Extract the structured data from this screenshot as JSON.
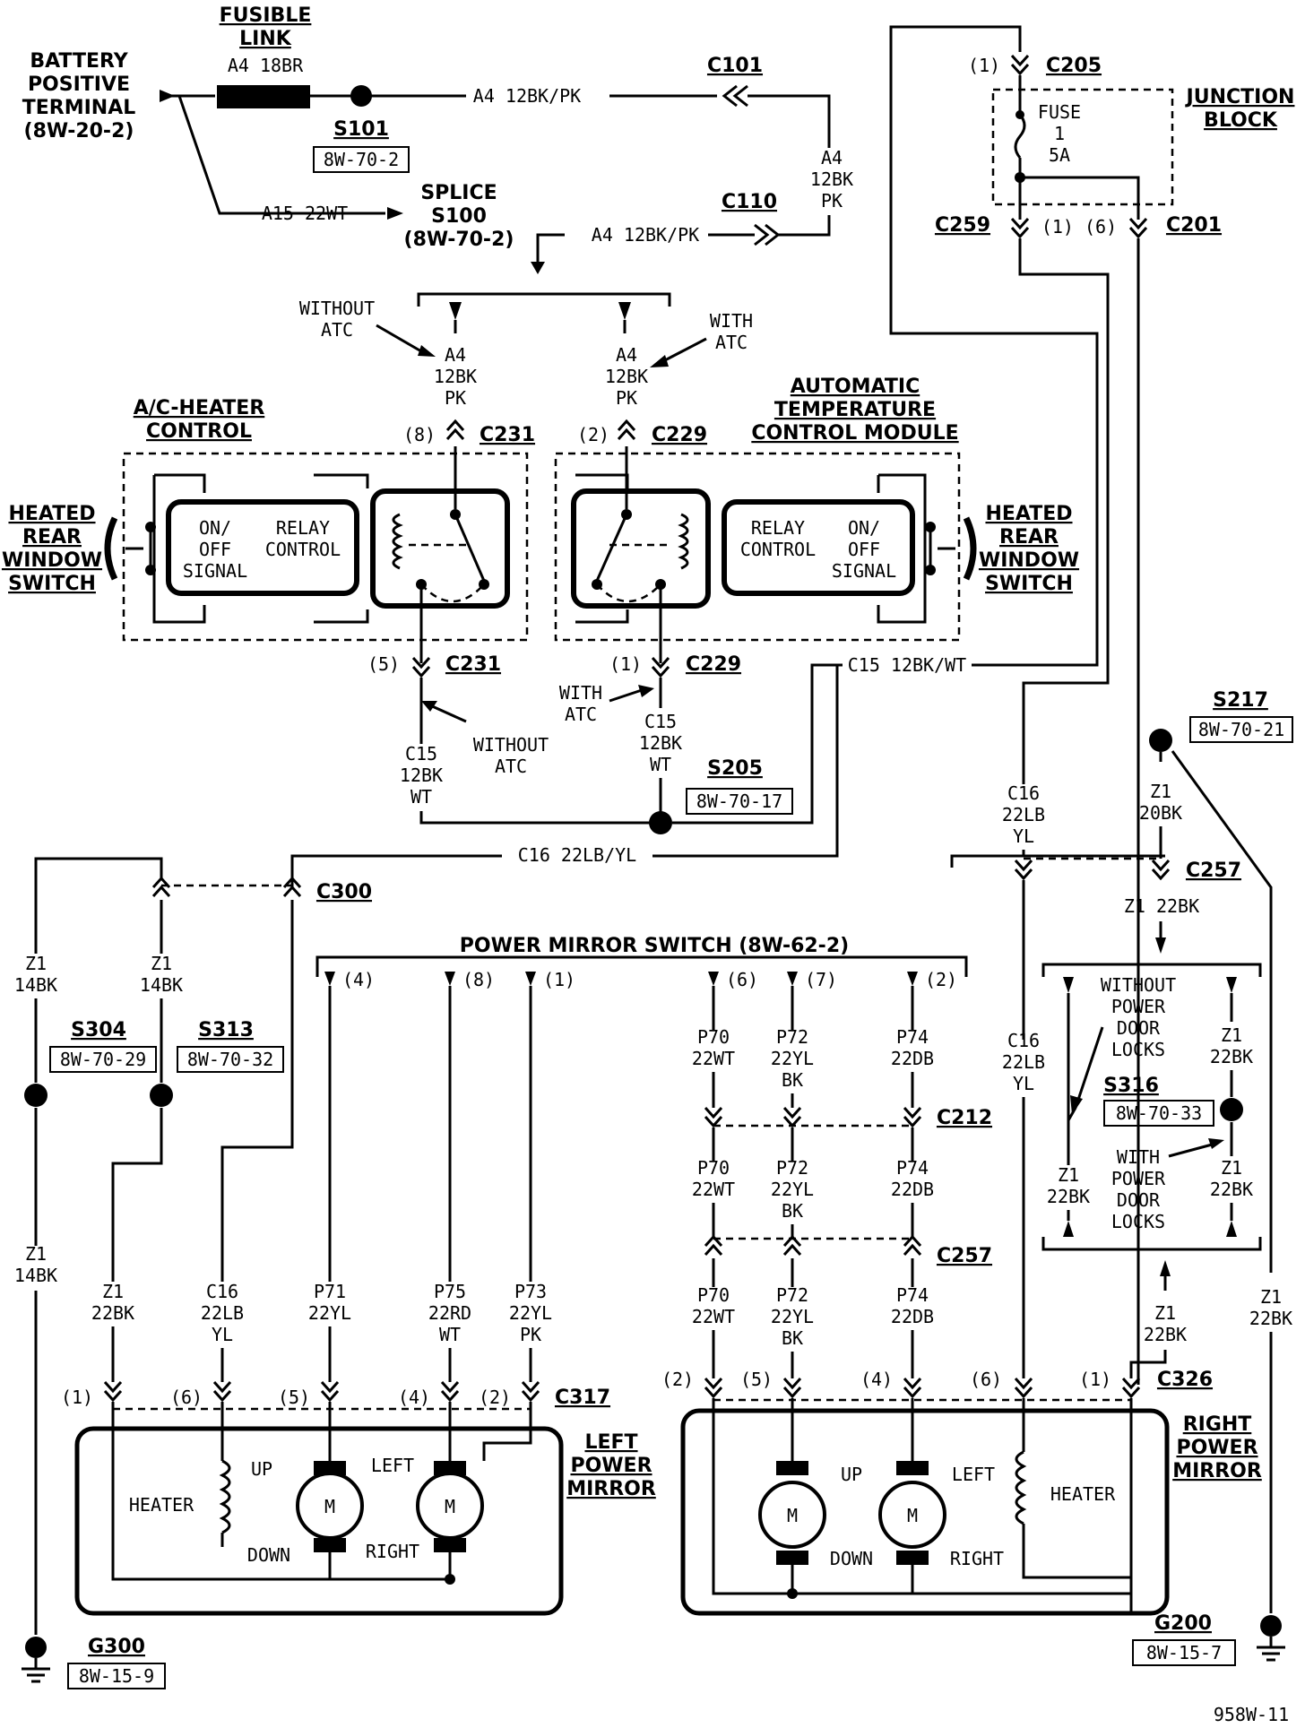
{
  "power": {
    "battery": [
      "BATTERY",
      "POSITIVE",
      "TERMINAL",
      "(8W-20-2)"
    ],
    "fusible_link": [
      "FUSIBLE",
      "LINK"
    ],
    "fusible_link_wire": "A4 18BR",
    "s101": "S101",
    "s101_ref": "8W-70-2",
    "wire_a4_top": "A4 12BK/PK",
    "c101": "C101",
    "a4_vertical": [
      "A4",
      "12BK",
      "PK"
    ],
    "c110": "C110",
    "a15_wire": "A15 22WT",
    "splice": [
      "SPLICE",
      "S100",
      "(8W-70-2)"
    ],
    "wire_a4_mid": "A4 12BK/PK"
  },
  "junction": {
    "pin_c205": "(1)",
    "c205": "C205",
    "junction_block": [
      "JUNCTION",
      "BLOCK"
    ],
    "fuse": [
      "FUSE",
      "1",
      "5A"
    ],
    "c259": "C259",
    "c259_pins": "(1) (6)",
    "c201": "C201"
  },
  "ac_heater": {
    "without_atc": [
      "WITHOUT",
      "ATC"
    ],
    "wire": [
      "A4",
      "12BK",
      "PK"
    ],
    "pin_top": "(8)",
    "conn_top": "C231",
    "title": [
      "A/C-HEATER",
      "CONTROL"
    ],
    "heated_rear": [
      "HEATED",
      "REAR",
      "WINDOW",
      "SWITCH"
    ],
    "on_off": [
      "ON/",
      "OFF",
      "SIGNAL"
    ],
    "relay_control": [
      "RELAY",
      "CONTROL"
    ],
    "pin_bottom": "(5)",
    "conn_bottom": "C231",
    "without_atc_bottom": [
      "WITHOUT",
      "ATC"
    ],
    "c15_wire": [
      "C15",
      "12BK",
      "WT"
    ]
  },
  "atc": {
    "with_atc": [
      "WITH",
      "ATC"
    ],
    "wire": [
      "A4",
      "12BK",
      "PK"
    ],
    "pin_top": "(2)",
    "conn_top": "C229",
    "title": [
      "AUTOMATIC",
      "TEMPERATURE",
      "CONTROL MODULE"
    ],
    "heated_rear": [
      "HEATED",
      "REAR",
      "WINDOW",
      "SWITCH"
    ],
    "relay_control": [
      "RELAY",
      "CONTROL"
    ],
    "on_off": [
      "ON/",
      "OFF",
      "SIGNAL"
    ],
    "pin_bottom": "(1)",
    "conn_bottom": "C229",
    "with_atc_bottom": [
      "WITH",
      "ATC"
    ],
    "c15_wire": [
      "C15",
      "12BK",
      "WT"
    ],
    "c15_horizontal": "C15 12BK/WT"
  },
  "splices": {
    "s205": "S205",
    "s205_ref": "8W-70-17",
    "s217": "S217",
    "s217_ref": "8W-70-21",
    "s304": "S304",
    "s304_ref": "8W-70-29",
    "s313": "S313",
    "s313_ref": "8W-70-32",
    "s316": "S316",
    "s316_ref": "8W-70-33"
  },
  "wires": {
    "c16_horizontal": "C16 22LB/YL",
    "c300": "C300",
    "z1_14bk_a": [
      "Z1",
      "14BK"
    ],
    "z1_14bk_b": [
      "Z1",
      "14BK"
    ],
    "z1_14bk_c": [
      "Z1",
      "14BK"
    ],
    "z1_22bk_left": [
      "Z1",
      "22BK"
    ],
    "c16_left": [
      "C16",
      "22LB",
      "YL"
    ],
    "c16_right_top": [
      "C16",
      "22LB",
      "YL"
    ],
    "c16_right_mid": [
      "C16",
      "22LB",
      "YL"
    ],
    "z1_20bk": [
      "Z1",
      "20BK"
    ],
    "c257_top": "C257",
    "z1_22bk_c257": "Z1 22BK",
    "z1_22bk_far_right": [
      "Z1",
      "22BK"
    ],
    "z1_22bk_c326": [
      "Z1",
      "22BK"
    ]
  },
  "power_door": {
    "without": [
      "WITHOUT",
      "POWER",
      "DOOR",
      "LOCKS"
    ],
    "with": [
      "WITH",
      "POWER",
      "DOOR",
      "LOCKS"
    ],
    "z1_a": [
      "Z1",
      "22BK"
    ],
    "z1_b": [
      "Z1",
      "22BK"
    ],
    "z1_c": [
      "Z1",
      "22BK"
    ]
  },
  "mirror_switch": {
    "title": "POWER MIRROR SWITCH (8W-62-2)",
    "pins": [
      "(4)",
      "(8)",
      "(1)",
      "(6)",
      "(7)",
      "(2)"
    ],
    "p70": [
      "P70",
      "22WT"
    ],
    "p72": [
      "P72",
      "22YL",
      "BK"
    ],
    "p74": [
      "P74",
      "22DB"
    ],
    "c212": "C212",
    "c257": "C257",
    "p71": [
      "P71",
      "22YL"
    ],
    "p75": [
      "P75",
      "22RD",
      "WT"
    ],
    "p73": [
      "P73",
      "22YL",
      "PK"
    ]
  },
  "left_mirror": {
    "title": [
      "LEFT",
      "POWER",
      "MIRROR"
    ],
    "connector": "C317",
    "pins": [
      "(1)",
      "(6)",
      "(5)",
      "(4)",
      "(2)"
    ],
    "heater": "HEATER",
    "up": "UP",
    "down": "DOWN",
    "left": "LEFT",
    "right": "RIGHT",
    "motor": "M"
  },
  "right_mirror": {
    "title": [
      "RIGHT",
      "POWER",
      "MIRROR"
    ],
    "connector": "C326",
    "pins": [
      "(2)",
      "(5)",
      "(4)",
      "(6)",
      "(1)"
    ],
    "heater": "HEATER",
    "up": "UP",
    "down": "DOWN",
    "left": "LEFT",
    "right": "RIGHT",
    "motor": "M"
  },
  "grounds": {
    "g300": "G300",
    "g300_ref": "8W-15-9",
    "g200": "G200",
    "g200_ref": "8W-15-7"
  },
  "footer": "958W-11"
}
